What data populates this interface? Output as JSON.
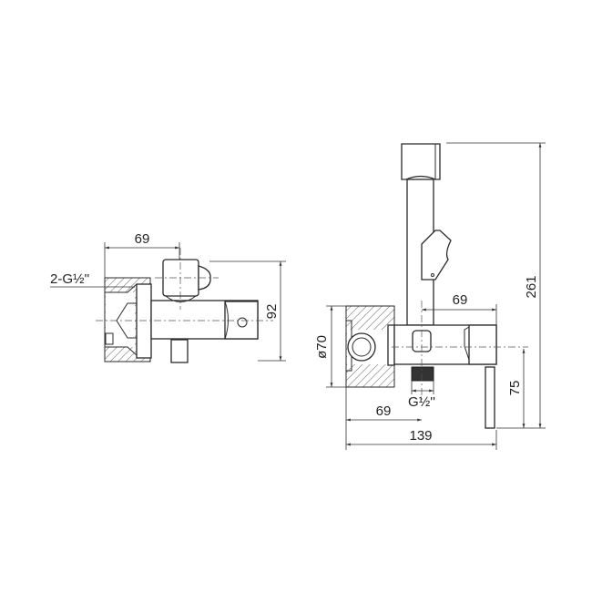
{
  "side_view": {
    "dim_width": "69",
    "dim_height": "92",
    "thread_label": "2-G½''"
  },
  "front_view": {
    "dim_outlet_offset": "69",
    "dim_diameter": "ø70",
    "thread_label": "G½''",
    "dim_axis_offset": "69",
    "dim_total_width": "139",
    "dim_axis_height": "75",
    "dim_total_height": "261"
  }
}
